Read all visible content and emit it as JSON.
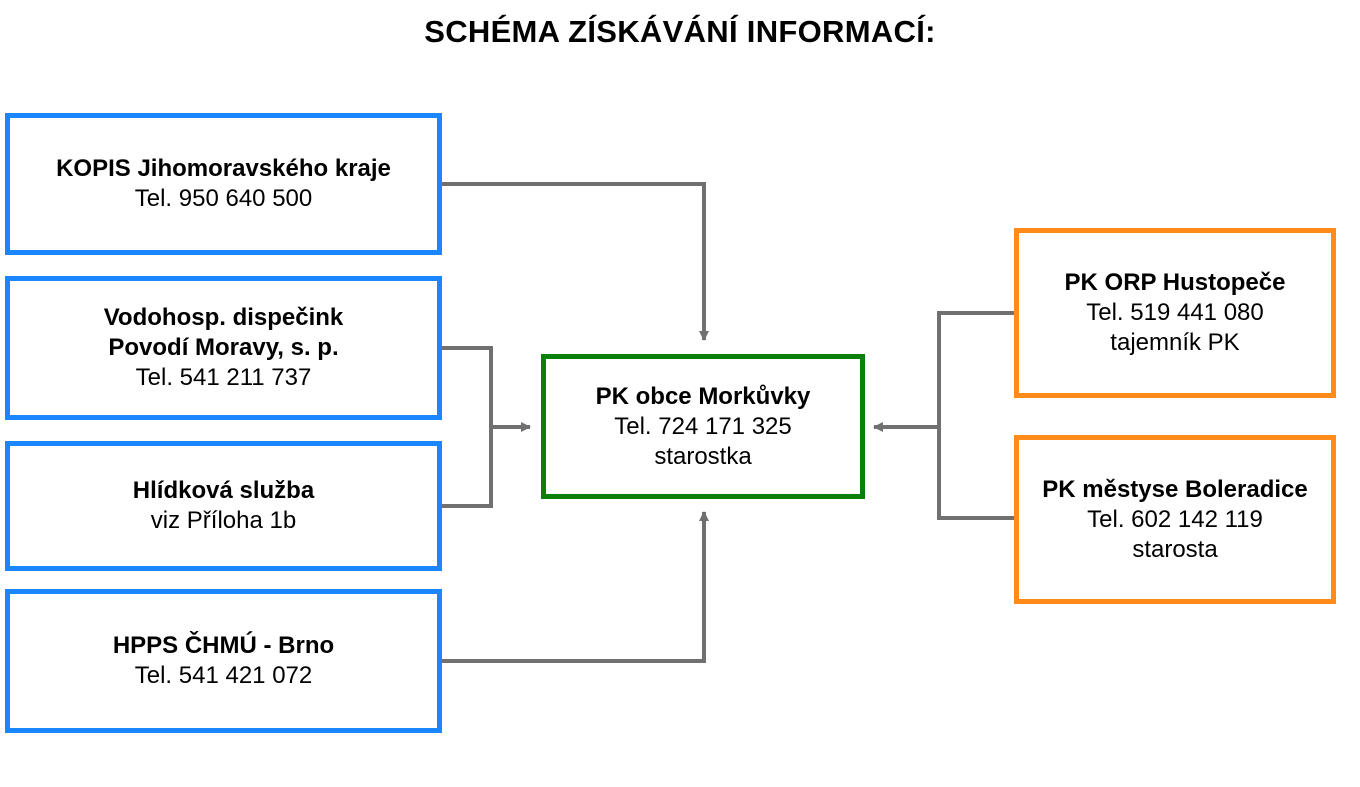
{
  "title": "SCHÉMA ZÍSKÁVÁNÍ INFORMACÍ:",
  "colors": {
    "source_border": "#1a86ff",
    "center_border": "#0a7f0a",
    "right_border": "#ff8c1a",
    "connector": "#707070"
  },
  "sources": [
    {
      "lines": [
        "KOPIS Jihomoravského kraje",
        "Tel. 950 640 500"
      ]
    },
    {
      "lines": [
        "Vodohosp. dispečink",
        "Povodí Moravy, s. p.",
        "Tel. 541 211 737"
      ]
    },
    {
      "lines": [
        "Hlídková služba",
        "viz Příloha 1b"
      ]
    },
    {
      "lines": [
        "HPPS ČHMÚ - Brno",
        "Tel. 541 421 072"
      ]
    }
  ],
  "center": {
    "lines": [
      "PK obce Morkůvky",
      "Tel. 724 171 325",
      "starostka"
    ]
  },
  "right": [
    {
      "lines": [
        "PK ORP Hustopeče",
        "Tel.  519 441 080",
        "tajemník PK"
      ]
    },
    {
      "lines": [
        "PK městyse Boleradice",
        "Tel.  602 142 119",
        "starosta"
      ]
    }
  ]
}
